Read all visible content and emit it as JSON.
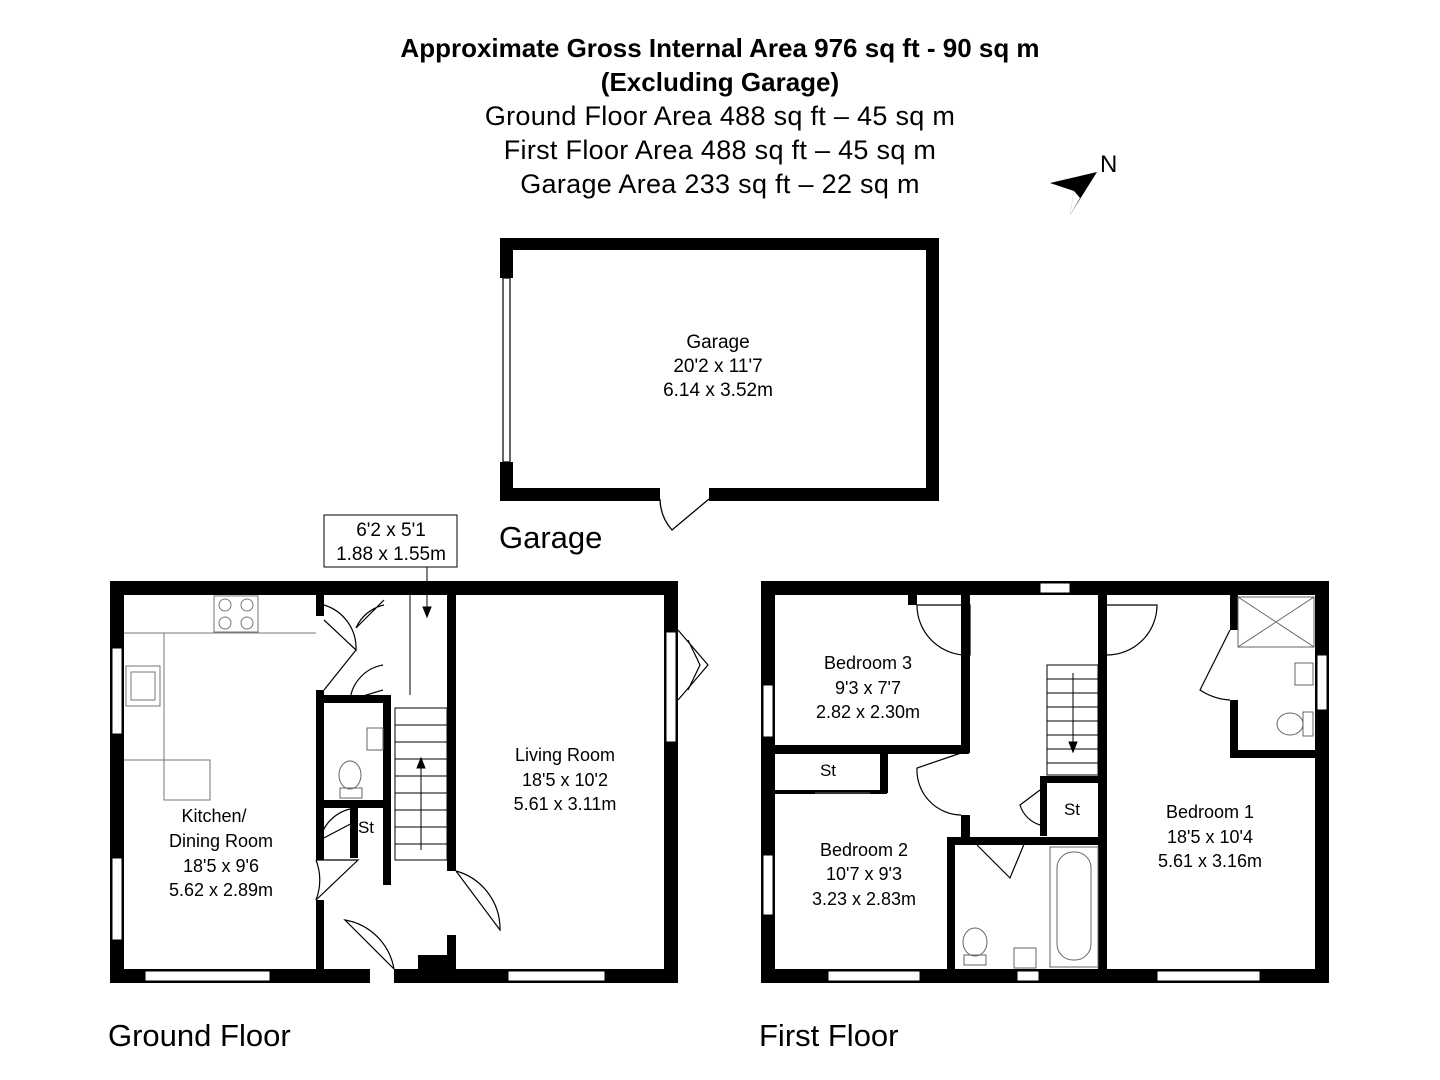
{
  "header": {
    "line1": "Approximate Gross Internal Area 976 sq ft - 90 sq m",
    "line2": "(Excluding Garage)",
    "line3": "Ground Floor Area 488 sq ft – 45 sq m",
    "line4": "First Floor Area 488 sq ft – 45 sq m",
    "line5": "Garage Area 233 sq ft – 22 sq m"
  },
  "compass": {
    "label": "N",
    "icon": "north-arrow-icon"
  },
  "floors": {
    "garage": "Garage",
    "ground": "Ground Floor",
    "first": "First Floor"
  },
  "rooms": {
    "garage": {
      "name": "Garage",
      "imperial": "20'2 x 11'7",
      "metric": "6.14 x 3.52m"
    },
    "kitchen": {
      "name1": "Kitchen/",
      "name2": "Dining Room",
      "imperial": "18'5 x 9'6",
      "metric": "5.62 x 2.89m"
    },
    "living": {
      "name": "Living Room",
      "imperial": "18'5 x 10'2",
      "metric": "5.61 x 3.11m"
    },
    "porch": {
      "imperial": "6'2 x 5'1",
      "metric": "1.88 x 1.55m"
    },
    "bedroom3": {
      "name": "Bedroom 3",
      "imperial": "9'3 x 7'7",
      "metric": "2.82 x 2.30m"
    },
    "bedroom2": {
      "name": "Bedroom 2",
      "imperial": "10'7 x 9'3",
      "metric": "3.23 x 2.83m"
    },
    "bedroom1": {
      "name": "Bedroom 1",
      "imperial": "18'5 x 10'4",
      "metric": "5.61 x 3.16m"
    }
  },
  "storage": {
    "st": "St"
  },
  "colors": {
    "wall": "#000000",
    "background": "#ffffff",
    "fixture": "#555555"
  }
}
